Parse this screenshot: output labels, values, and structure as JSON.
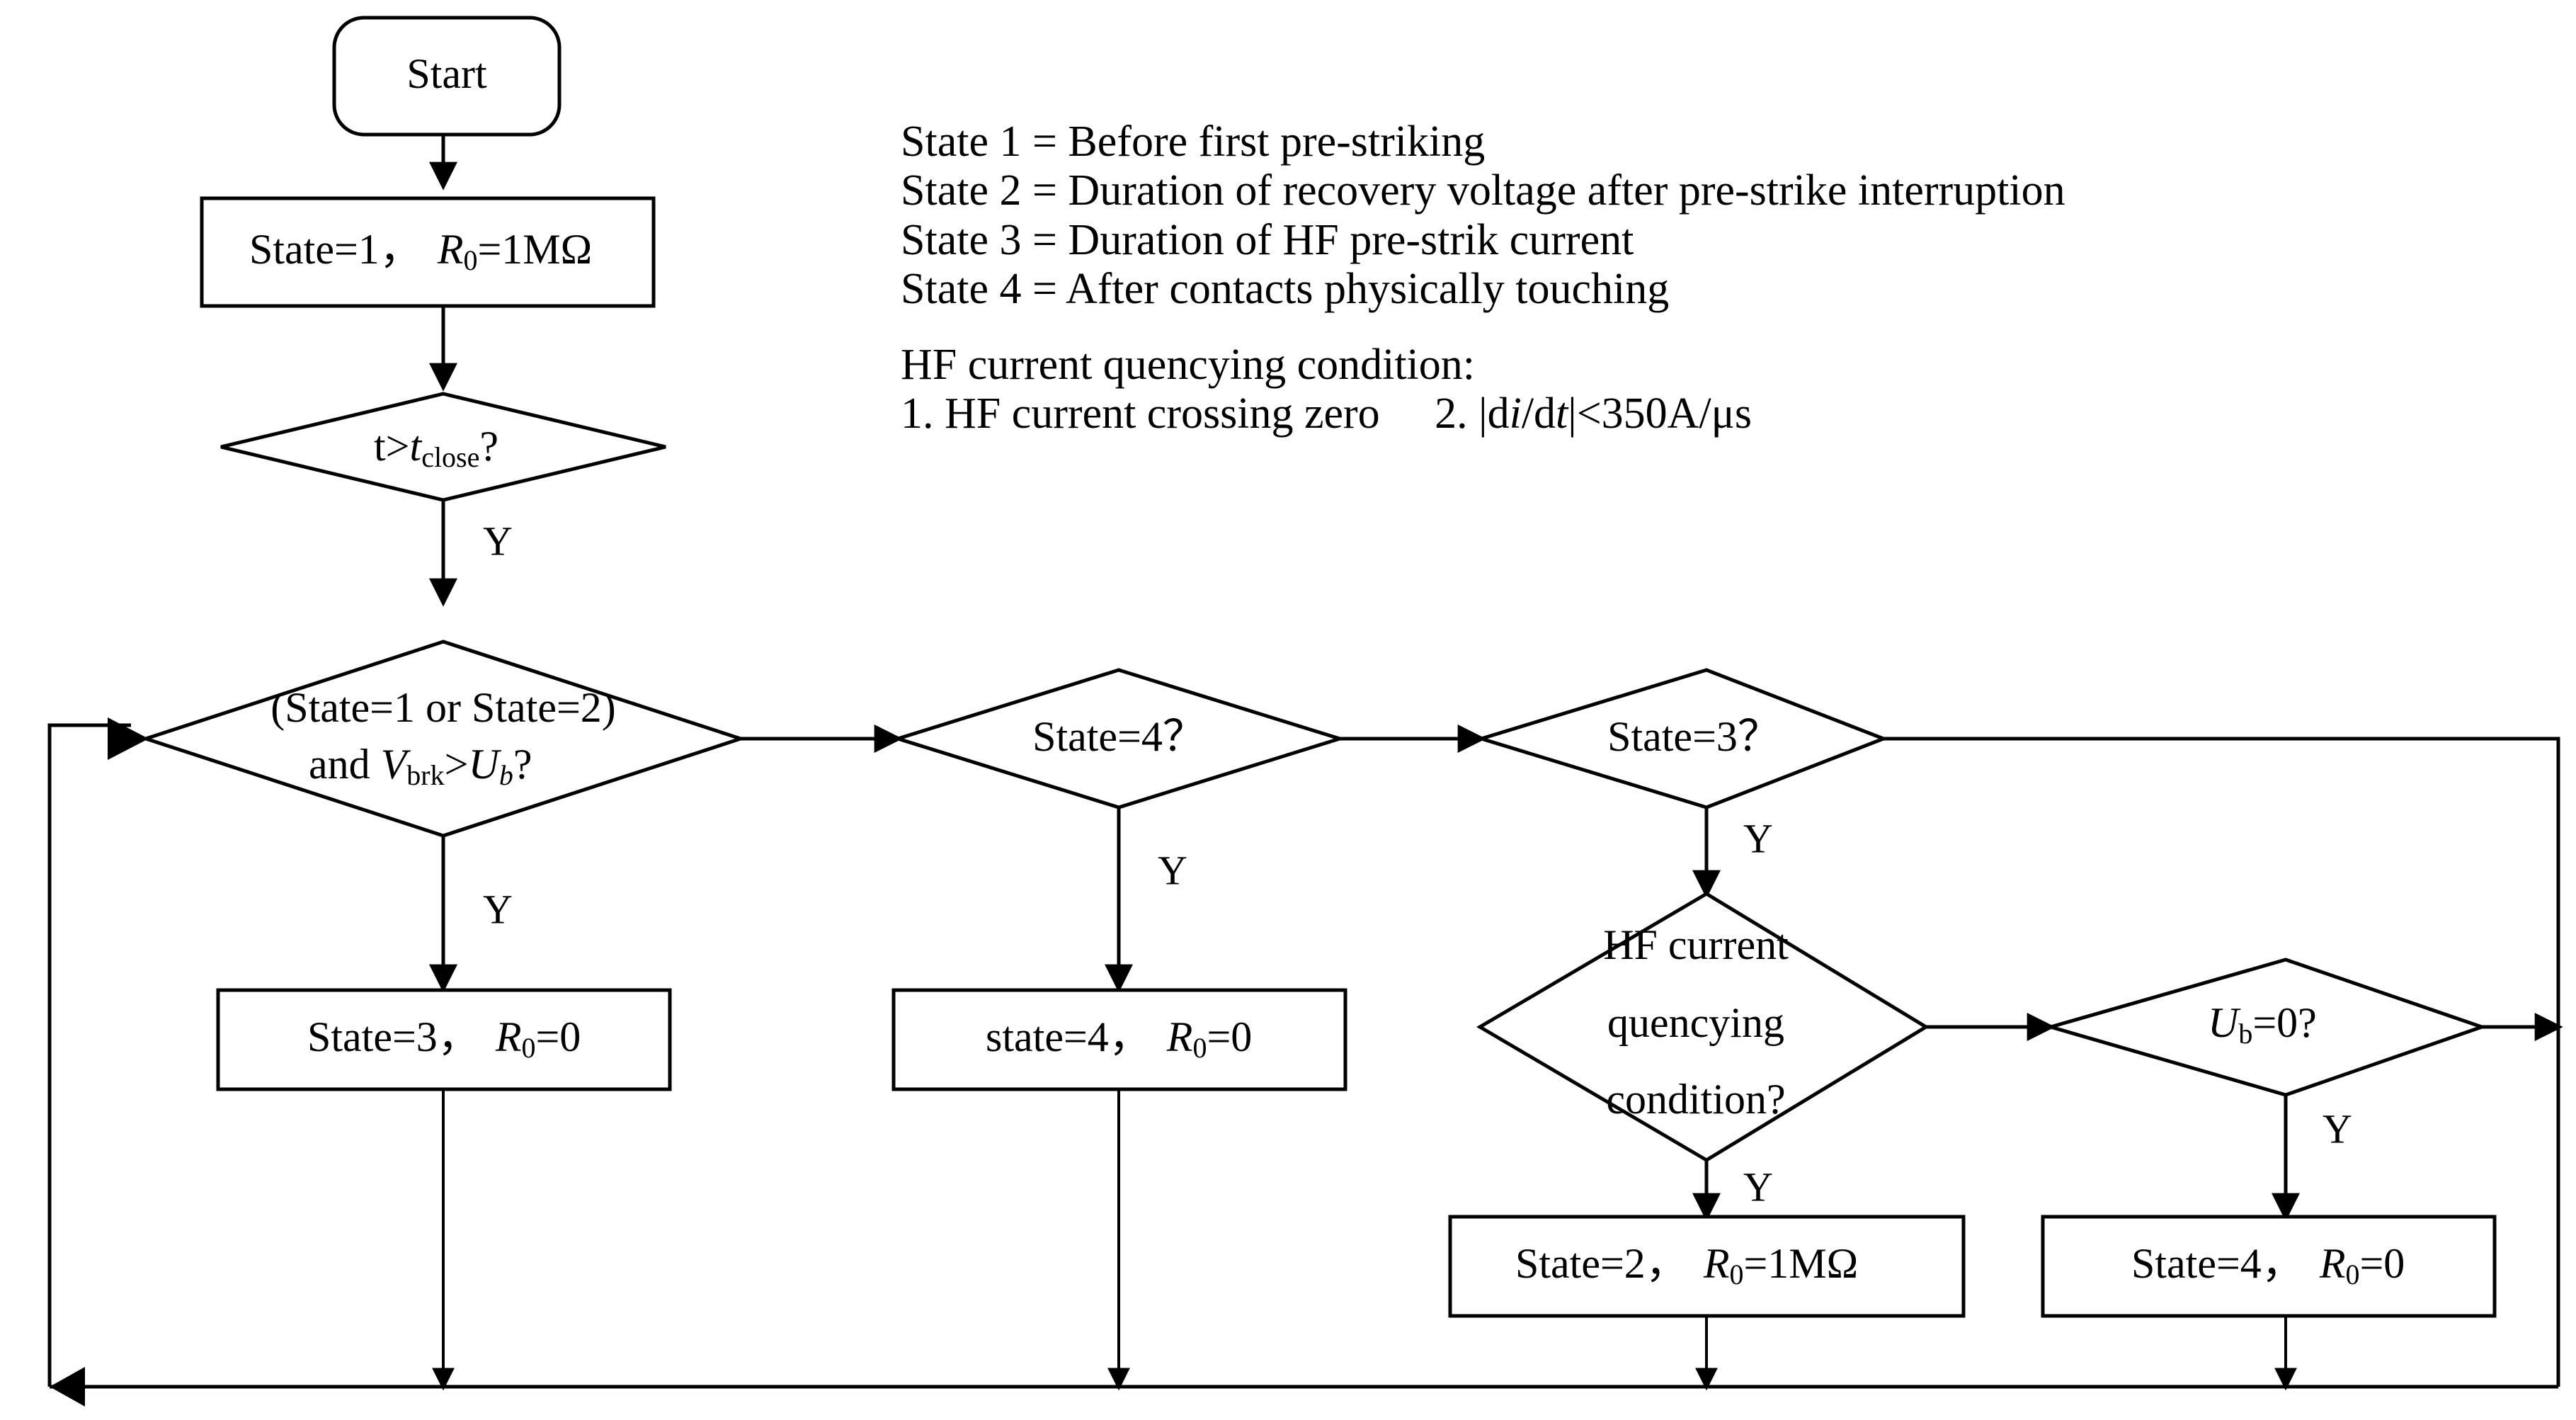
{
  "diagram": {
    "title": "Breaker pre-strike state machine flowchart",
    "nodes": {
      "start": {
        "label": "Start",
        "shape": "rounded-rectangle"
      },
      "init": {
        "label": "State=1，",
        "label2": "=1MΩ",
        "var": "R",
        "sub": "0",
        "shape": "rectangle"
      },
      "time_check": {
        "label_a": "t>",
        "var": "t",
        "sub": "close",
        "label_b": "?",
        "shape": "diamond"
      },
      "main_decision": {
        "line1": "(State=1 or State=2)",
        "line2_a": "and ",
        "var1": "V",
        "sub1": "brk",
        "gt": ">",
        "var2": "U",
        "sub2": "b",
        "line2_b": "?",
        "shape": "diamond"
      },
      "state4_check": {
        "label": "State=4？",
        "shape": "diamond"
      },
      "state3_check": {
        "label": "State=3？",
        "shape": "diamond"
      },
      "hf_check": {
        "line1": "HF current",
        "line2": "quencying",
        "line3": "condition?",
        "shape": "diamond"
      },
      "ub_check": {
        "var": "U",
        "sub": "b",
        "label": "=0?",
        "shape": "diamond"
      },
      "set_state3": {
        "label": "State=3，",
        "var": "R",
        "sub": "0",
        "label2": "=0",
        "shape": "rectangle"
      },
      "set_state4_mid": {
        "label": "state=4，",
        "var": "R",
        "sub": "0",
        "label2": "=0",
        "shape": "rectangle"
      },
      "set_state2": {
        "label": "State=2，",
        "var": "R",
        "sub": "0",
        "label2": "=1MΩ",
        "shape": "rectangle"
      },
      "set_state4_right": {
        "label": "State=4，",
        "var": "R",
        "sub": "0",
        "label2": "=0",
        "shape": "rectangle"
      }
    },
    "edge_labels": {
      "time_yes": "Y",
      "main_yes": "Y",
      "state4_yes": "Y",
      "state3_yes": "Y",
      "hf_yes": "Y",
      "ub_yes": "Y"
    }
  },
  "legend": {
    "state_lines": [
      "State 1 = Before first pre-striking",
      "State 2 = Duration of recovery voltage after pre-strike interruption",
      "State 3 = Duration of HF pre-strik current",
      "State 4 = After contacts physically touching"
    ],
    "quench_heading": "HF current quencying condition:",
    "quench_item1": "1. HF current crossing zero",
    "quench_item2_pre": "2. |d",
    "quench_item2_i": "i",
    "quench_item2_mid": "/d",
    "quench_item2_t": "t",
    "quench_item2_post": "|<350A/μs"
  },
  "colors": {
    "stroke": "#000000",
    "fill": "#ffffff",
    "text": "#000000"
  }
}
